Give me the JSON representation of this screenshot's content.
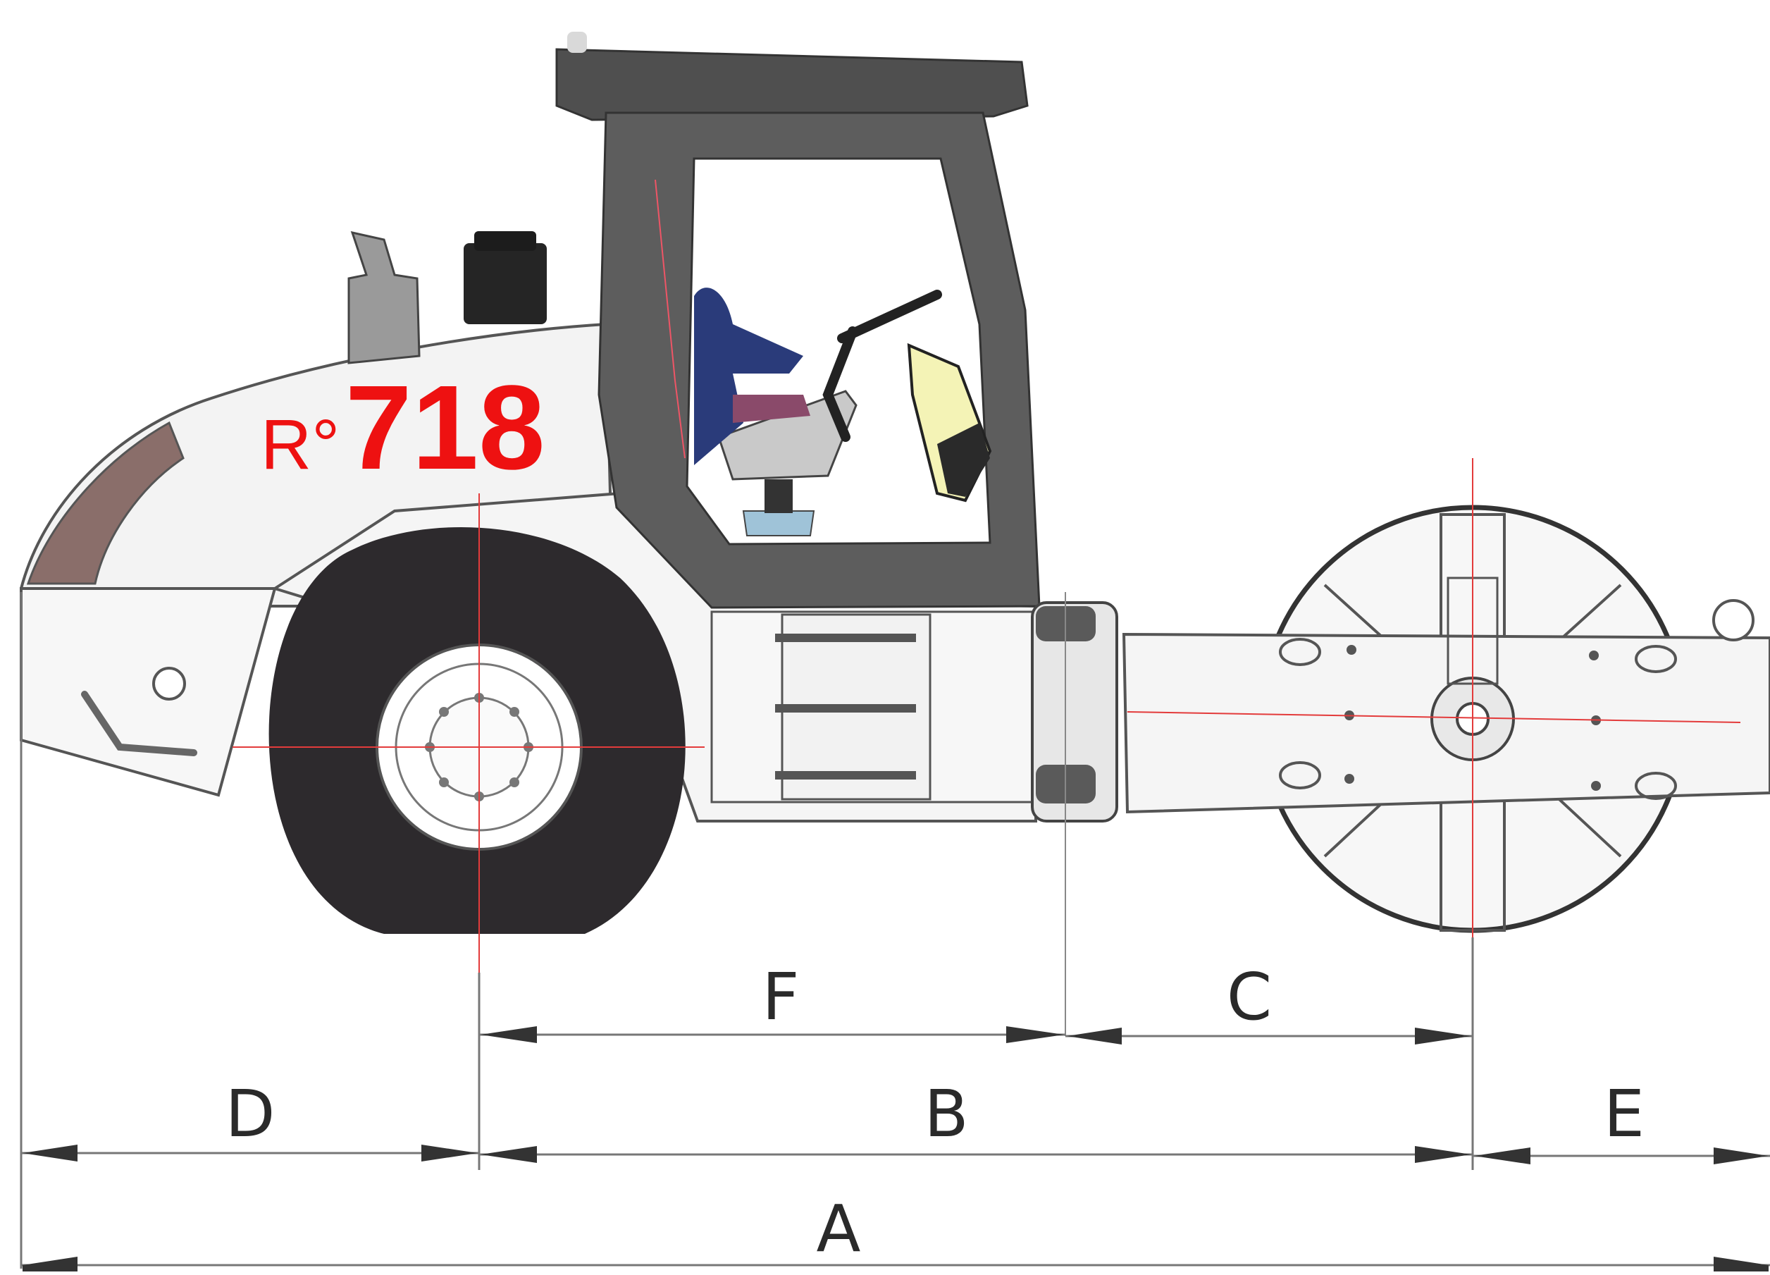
{
  "model": {
    "prefix": "R°",
    "number": "718"
  },
  "dimensions": {
    "A": "A",
    "B": "B",
    "C": "C",
    "D": "D",
    "E": "E",
    "F": "F"
  },
  "colors": {
    "brand": "#ee1111",
    "body": "#f2f2f2",
    "outline": "#555555",
    "cab": "#5a5a5a",
    "tyre": "#2d2a2d",
    "line": "#777777",
    "centerline": "#e33b3b"
  }
}
